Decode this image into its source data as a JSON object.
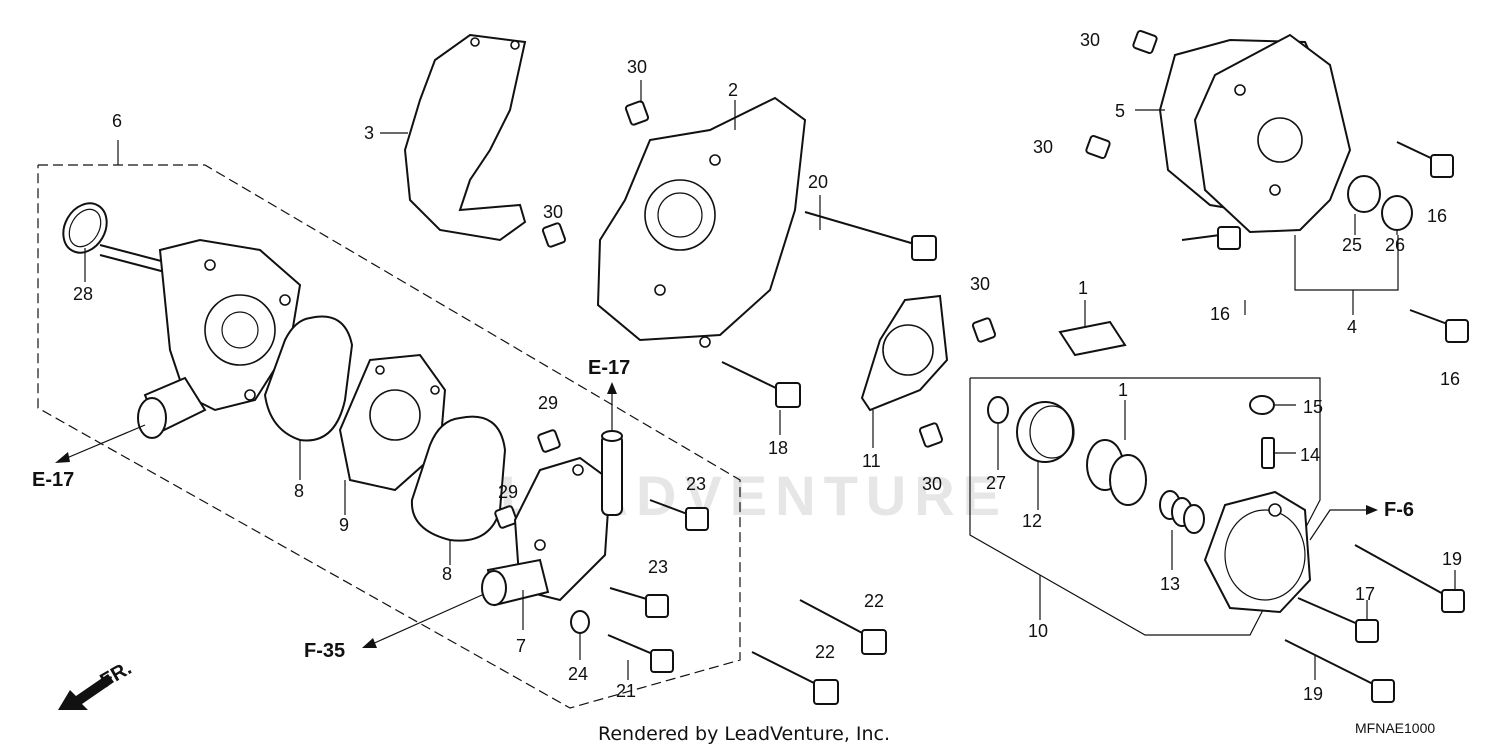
{
  "watermark": "LEADVENTURE",
  "footer": {
    "credit": "Rendered by LeadVenture, Inc.",
    "diagram_code": "MFNAE1000"
  },
  "direction_indicator": {
    "label": "FR."
  },
  "references": {
    "e17_left": "E-17",
    "e17_top": "E-17",
    "f35": "F-35",
    "f6": "F-6"
  },
  "callouts": {
    "c1a": "1",
    "c1b": "1",
    "c2": "2",
    "c3": "3",
    "c4": "4",
    "c5": "5",
    "c6": "6",
    "c7": "7",
    "c8a": "8",
    "c8b": "8",
    "c9": "9",
    "c10": "10",
    "c11": "11",
    "c12": "12",
    "c13": "13",
    "c14": "14",
    "c15": "15",
    "c16a": "16",
    "c16b": "16",
    "c16c": "16",
    "c17": "17",
    "c18": "18",
    "c19a": "19",
    "c19b": "19",
    "c20": "20",
    "c21": "21",
    "c22a": "22",
    "c22b": "22",
    "c23a": "23",
    "c23b": "23",
    "c24": "24",
    "c25": "25",
    "c26": "26",
    "c27": "27",
    "c28": "28",
    "c29a": "29",
    "c29b": "29",
    "c30a": "30",
    "c30b": "30",
    "c30c": "30",
    "c30d": "30",
    "c30e": "30",
    "c30f": "30"
  },
  "colors": {
    "line": "#111111",
    "background": "#ffffff",
    "watermark": "#e6e6e6"
  }
}
